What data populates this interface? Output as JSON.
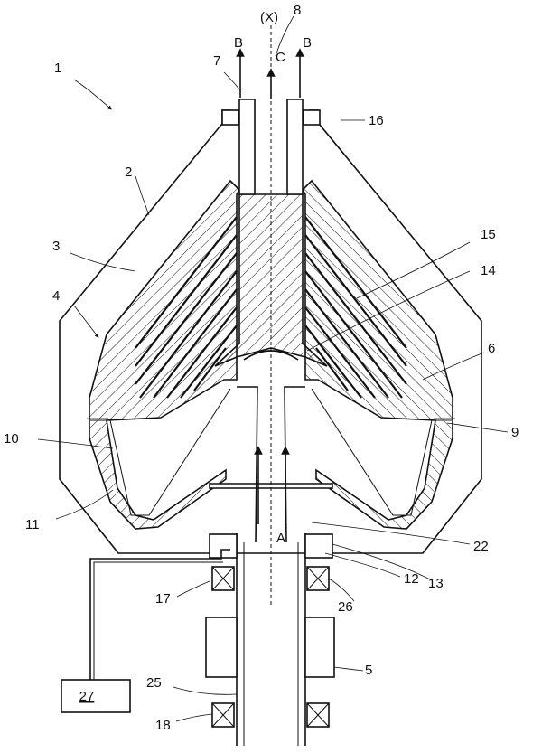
{
  "labels": {
    "axis": "(X)",
    "n1": "1",
    "n2": "2",
    "n3": "3",
    "n4": "4",
    "n5": "5",
    "n6": "6",
    "n7": "7",
    "n8": "8",
    "n9": "9",
    "n10": "10",
    "n11": "11",
    "n12": "12",
    "n13": "13",
    "n14": "14",
    "n15": "15",
    "n16": "16",
    "n17": "17",
    "n18": "18",
    "n22": "22",
    "n25": "25",
    "n26": "26",
    "n27": "27",
    "flowB1": "B",
    "flowB2": "B",
    "flowC": "C",
    "flowA": "A"
  }
}
